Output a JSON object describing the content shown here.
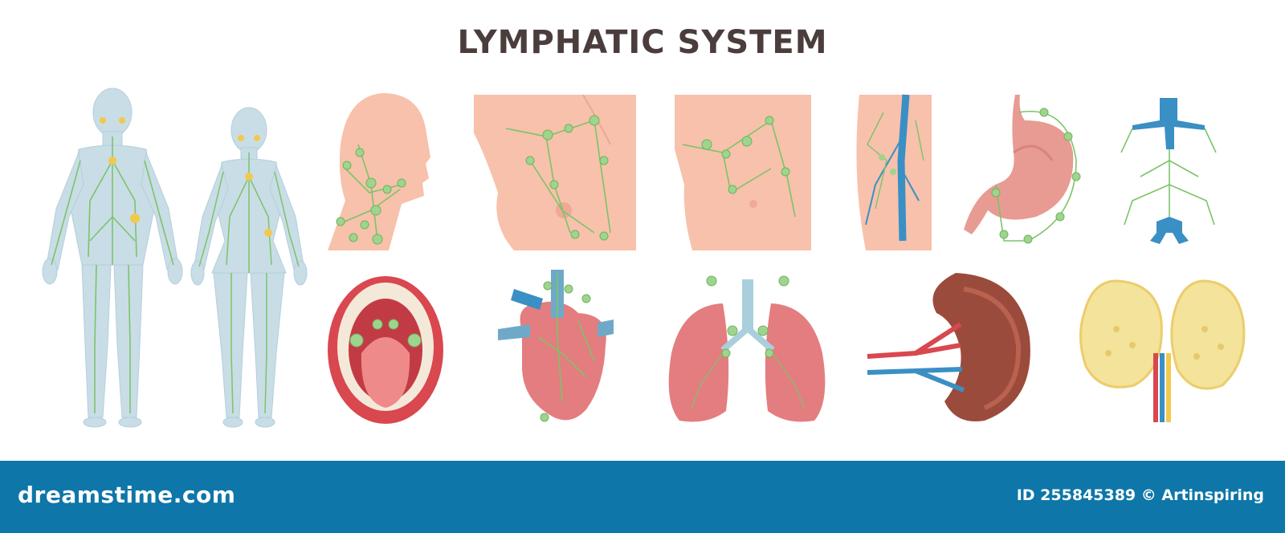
{
  "title": "LYMPHATIC SYSTEM",
  "footer": {
    "brand": "dreamstime.com",
    "credit": "ID 255845389 © Artinspiring"
  },
  "colors": {
    "background": "#ffffff",
    "title": "#4a3d3c",
    "footer_bar": "#0e76a8",
    "skin": "#f7c1ab",
    "lymph_green": "#7cc46a",
    "body_blue": "#c9dde6",
    "vein_blue": "#3a8fc4",
    "artery_red": "#d9474f",
    "node_yellow": "#f2c94c",
    "organ_pink": "#e47d7f"
  },
  "panels": [
    {
      "id": "male-body",
      "icon": "male-body-lymph-icon"
    },
    {
      "id": "female-body",
      "icon": "female-body-lymph-icon"
    },
    {
      "id": "head-neck",
      "icon": "head-neck-lymph-nodes-icon"
    },
    {
      "id": "breast",
      "icon": "breast-lymph-nodes-icon"
    },
    {
      "id": "chest-armpit",
      "icon": "armpit-lymph-nodes-icon"
    },
    {
      "id": "thigh",
      "icon": "thigh-lymph-vessels-icon"
    },
    {
      "id": "stomach",
      "icon": "stomach-lymph-nodes-icon"
    },
    {
      "id": "thoracic-duct",
      "icon": "thoracic-duct-icon"
    },
    {
      "id": "mouth-tonsils",
      "icon": "mouth-tonsils-icon"
    },
    {
      "id": "heart",
      "icon": "heart-lymph-icon"
    },
    {
      "id": "lungs",
      "icon": "lungs-lymph-icon"
    },
    {
      "id": "spleen",
      "icon": "spleen-icon"
    },
    {
      "id": "thymus",
      "icon": "thymus-icon"
    }
  ]
}
